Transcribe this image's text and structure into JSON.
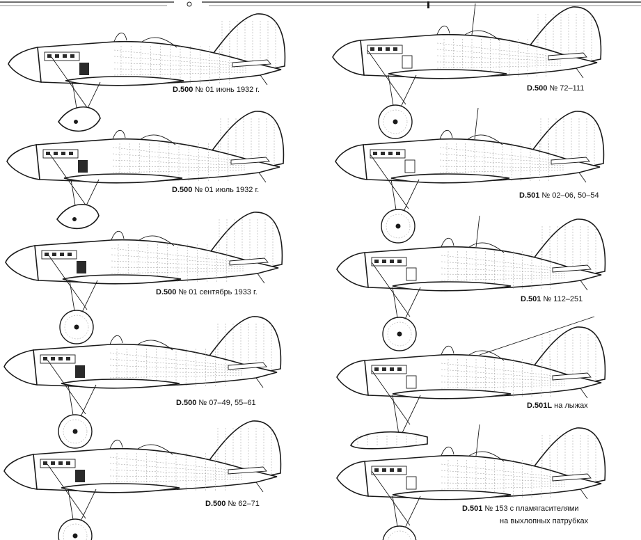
{
  "colors": {
    "ink": "#1a1a1a",
    "paper": "#ffffff",
    "hatch": "#9a9a9a"
  },
  "variants": [
    {
      "model": "D.500",
      "caption": " № 01 июнь 1932 г.",
      "gear": "fairing"
    },
    {
      "model": "D.500",
      "caption": " № 01 июль 1932 г.",
      "gear": "fairing"
    },
    {
      "model": "D.500",
      "caption": " № 01 сентябрь 1933 г.",
      "gear": "wheel"
    },
    {
      "model": "D.500",
      "caption": " № 07–49, 55–61",
      "gear": "wheel"
    },
    {
      "model": "D.500",
      "caption": " № 62–71",
      "gear": "wheel"
    },
    {
      "model": "D.500",
      "caption": " № 72–111",
      "gear": "wheel"
    },
    {
      "model": "D.501",
      "caption": " № 02–06, 50–54",
      "gear": "wheel"
    },
    {
      "model": "D.501",
      "caption": " № 112–251",
      "gear": "wheel"
    },
    {
      "model": "D.501L",
      "caption": " на лыжах",
      "gear": "ski"
    },
    {
      "model": "D.501",
      "caption": " № 153 с пламягасителями",
      "caption_line2": "на выхлопных патрубках",
      "gear": "wheel"
    }
  ]
}
